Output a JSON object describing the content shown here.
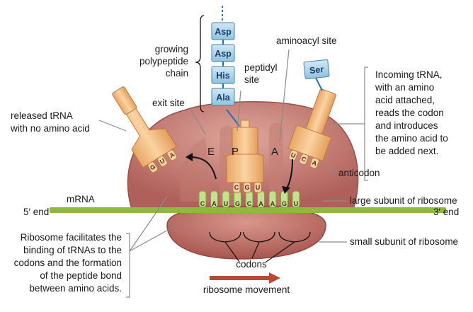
{
  "labels": {
    "growing_polypeptide": [
      "growing",
      "polypeptide",
      "chain"
    ],
    "aminoacyl_site": "aminoacyl site",
    "peptidyl_site": [
      "peptidyl",
      "site"
    ],
    "exit_site": "exit site",
    "incoming_trna": [
      "Incoming tRNA,",
      "with an amino",
      "acid attached,",
      "reads the codon",
      "and introduces",
      "the amino acid to",
      "be added next."
    ],
    "released_trna": [
      "released tRNA",
      "with no amino acid"
    ],
    "anticodon": "anticodon",
    "large_subunit": "large subunit of ribosome",
    "mrna": "mRNA",
    "five_prime_end": "5′ end",
    "three_prime_end": "3′ end",
    "small_subunit": "small subunit of ribosome",
    "facilitates": [
      "Ribosome facilitates the",
      "binding of tRNAs to the",
      "codons and the formation",
      "of the peptide bond",
      "between amino acids."
    ],
    "codons": "codons",
    "ribosome_movement": "ribosome movement"
  },
  "sites": {
    "e": "E",
    "p": "P",
    "a": "A"
  },
  "amino_acids": [
    "Asp",
    "Asp",
    "His",
    "Ala"
  ],
  "incoming_amino_acid": "Ser",
  "mrna_bases": [
    "C",
    "A",
    "U",
    "G",
    "C",
    "A",
    "A",
    "G",
    "U"
  ],
  "p_site_anticodon": [
    "C",
    "G",
    "U"
  ],
  "a_site_anticodon": [
    "U",
    "C",
    "A"
  ],
  "released_anticodon": [
    "G",
    "U",
    "A"
  ],
  "colors": {
    "ribosome": "#b5645c",
    "ribosome_light": "#dca49a",
    "trna": "#f3be82",
    "amino_acid_box": "#a9d4ec",
    "mrna": "#8fb93a",
    "arrow": "#b84a36"
  }
}
